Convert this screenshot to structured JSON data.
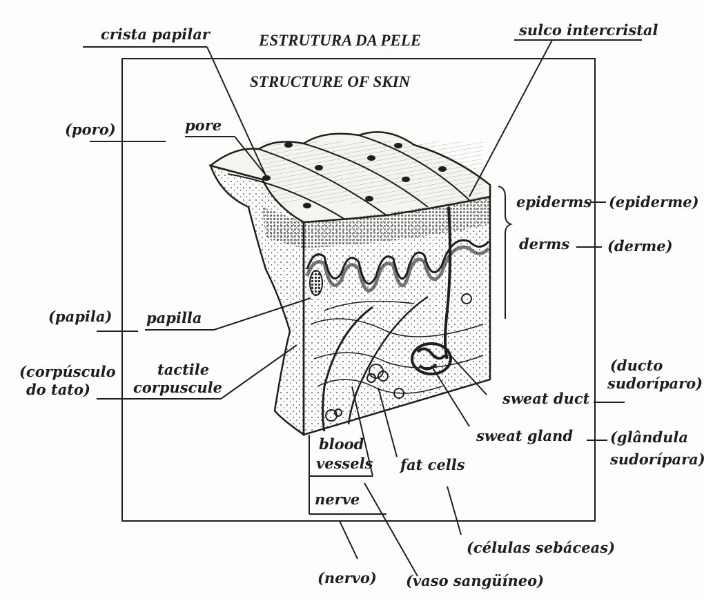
{
  "title_pt": "ESTRUTURA DA PELE",
  "title_en": "STRUCTURE OF SKIN",
  "labels": {
    "crista_papilar": "crista papilar",
    "sulco_intercristal": "sulco intercristal",
    "poro": "(poro)",
    "pore": "pore",
    "epiderms": "epiderms",
    "epiderme": "(epiderme)",
    "derms": "derms",
    "derme": "(derme)",
    "papila": "(papila)",
    "papilla": "papilla",
    "corpusculo_1": "(corpúsculo",
    "corpusculo_2": "do tato)",
    "tactile_1": "tactile",
    "tactile_2": "corpuscule",
    "ducto_1": "(ducto",
    "ducto_2": "sudoríparo)",
    "sweat_duct": "sweat duct",
    "sweat_gland": "sweat gland",
    "glandula_1": "(glândula",
    "glandula_2": "sudorípara)",
    "blood_1": "blood",
    "blood_2": "vessels",
    "fat_cells": "fat cells",
    "nerve": "nerve",
    "celulas": "(células sebáceas)",
    "nervo": "(nervo)",
    "vaso": "(vaso sangüíneo)"
  },
  "ink_color": "#1e1e1e",
  "paper_color": "#fdfdfb"
}
